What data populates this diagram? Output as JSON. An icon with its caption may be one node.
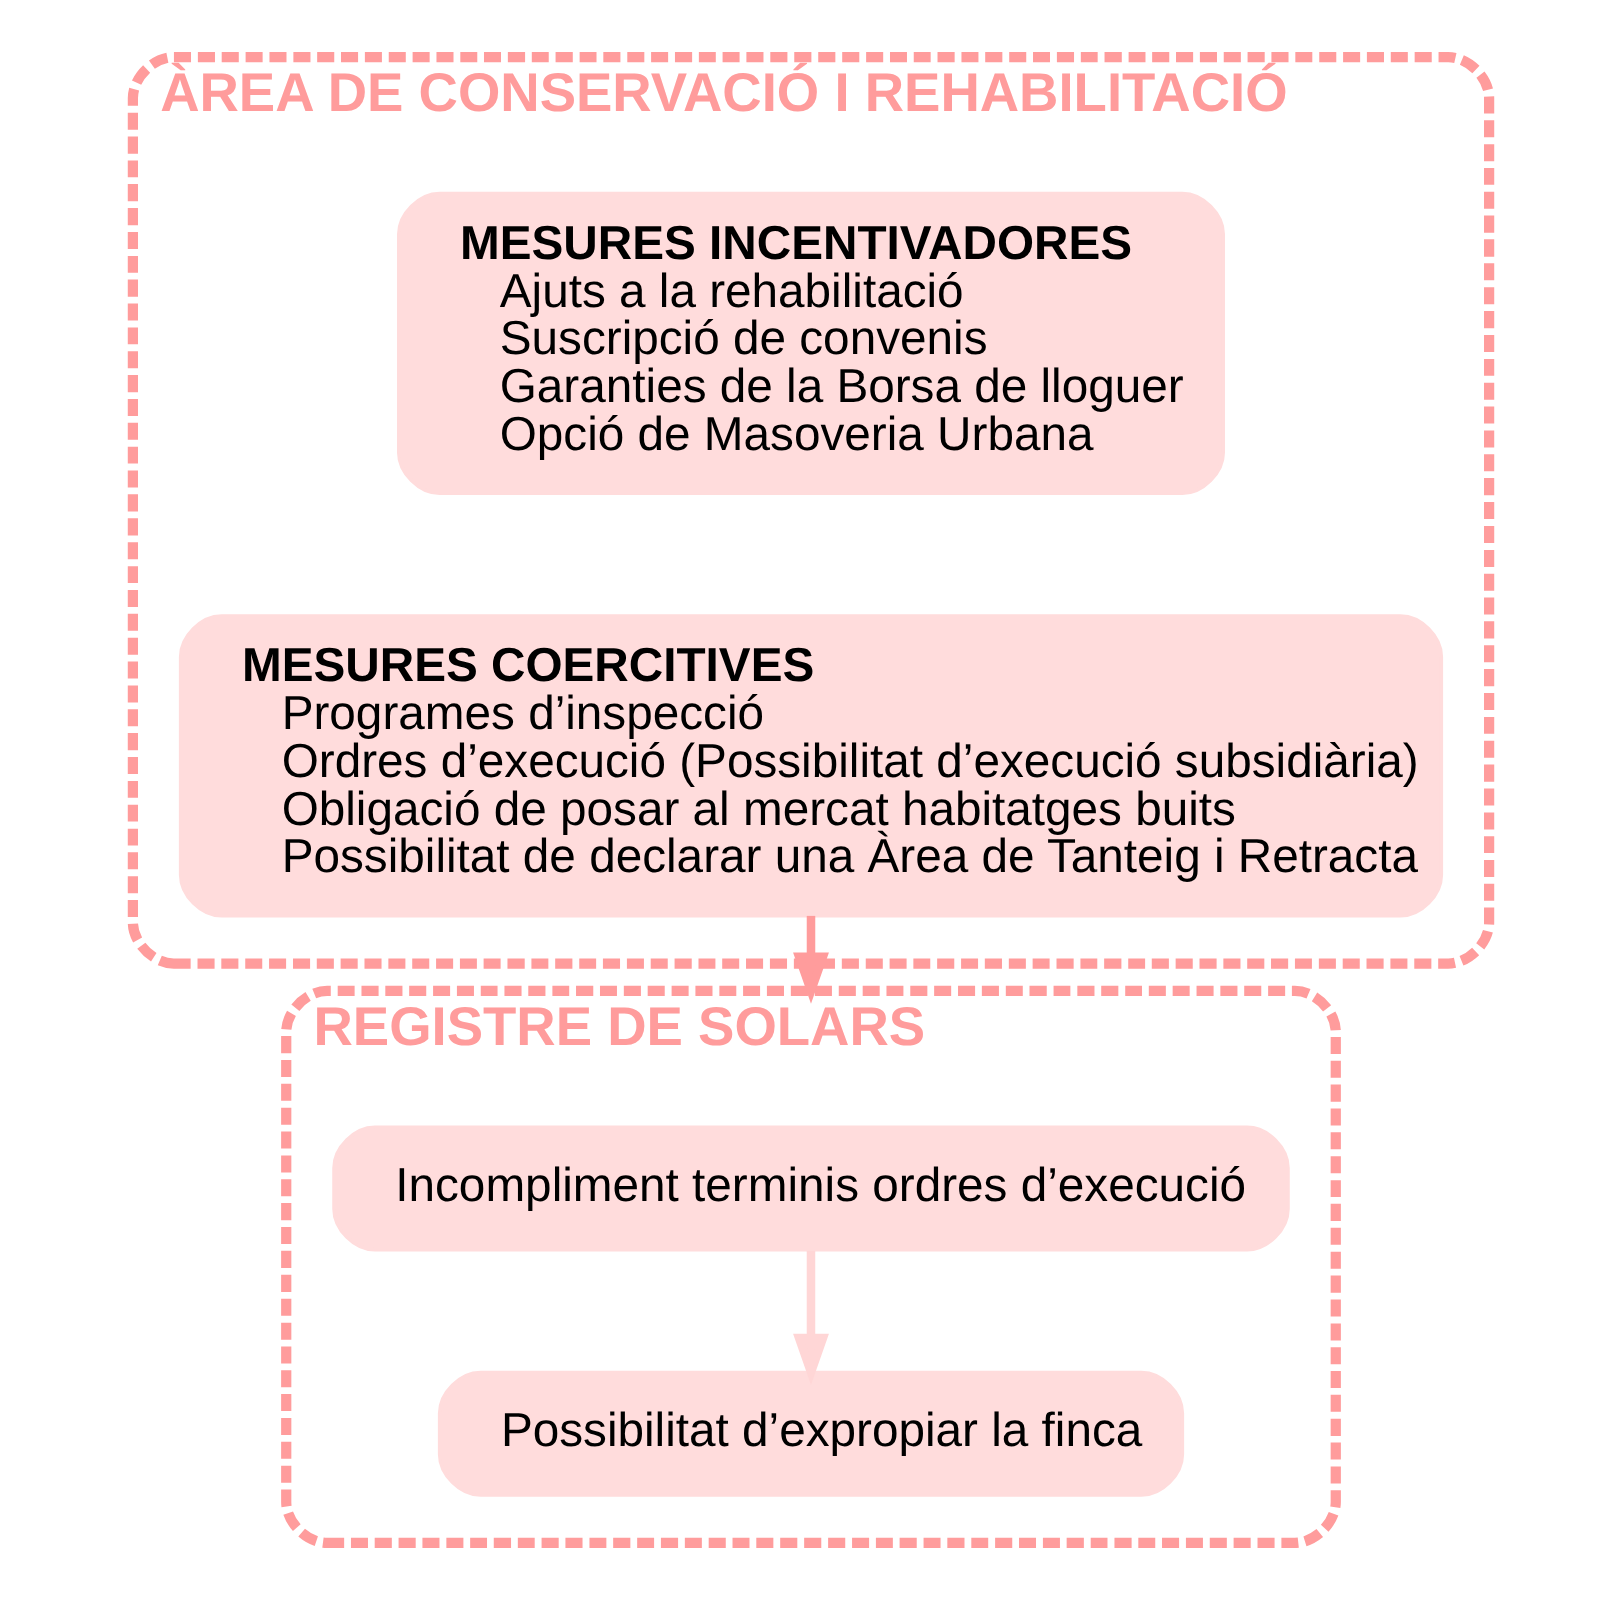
{
  "diagram": {
    "nodes": [
      {
        "text": [
          "ÀREA DE CONSERVACIÓ I REHABILITACIÓ"
        ]
      },
      {
        "text": [
          "MESURES INCENTIVADORES",
          "Ajuts a la rehabilitació",
          "Suscripció de convenis",
          "Garanties de la Borsa de lloguer",
          "Opció de Masoveria Urbana"
        ],
        "in": 0
      },
      {
        "text": [
          "MESURES COERCITIVES",
          "Programes d’inspecció",
          "Ordres d’execució (Possibilitat d’execució subsidiària)",
          "Obligació de posar al mercat habitatges buits",
          "Possibilitat de declarar una Àrea de Tanteig i Retracta"
        ],
        "in": 0
      },
      {
        "text": [
          "REGISTRE DE SOLARS"
        ]
      },
      {
        "text": [
          "Incompliment terminis ordres d’execució"
        ],
        "in": 3
      },
      {
        "text": [
          "Possibilitat d’expropiar la finca"
        ],
        "in": 3
      }
    ],
    "edges": [
      {
        "from": 2,
        "to": 3,
        "arrow": "to"
      },
      {
        "from": 4,
        "to": 5,
        "arrow": "to",
        "color": "#ffd6d6"
      }
    ]
  }
}
